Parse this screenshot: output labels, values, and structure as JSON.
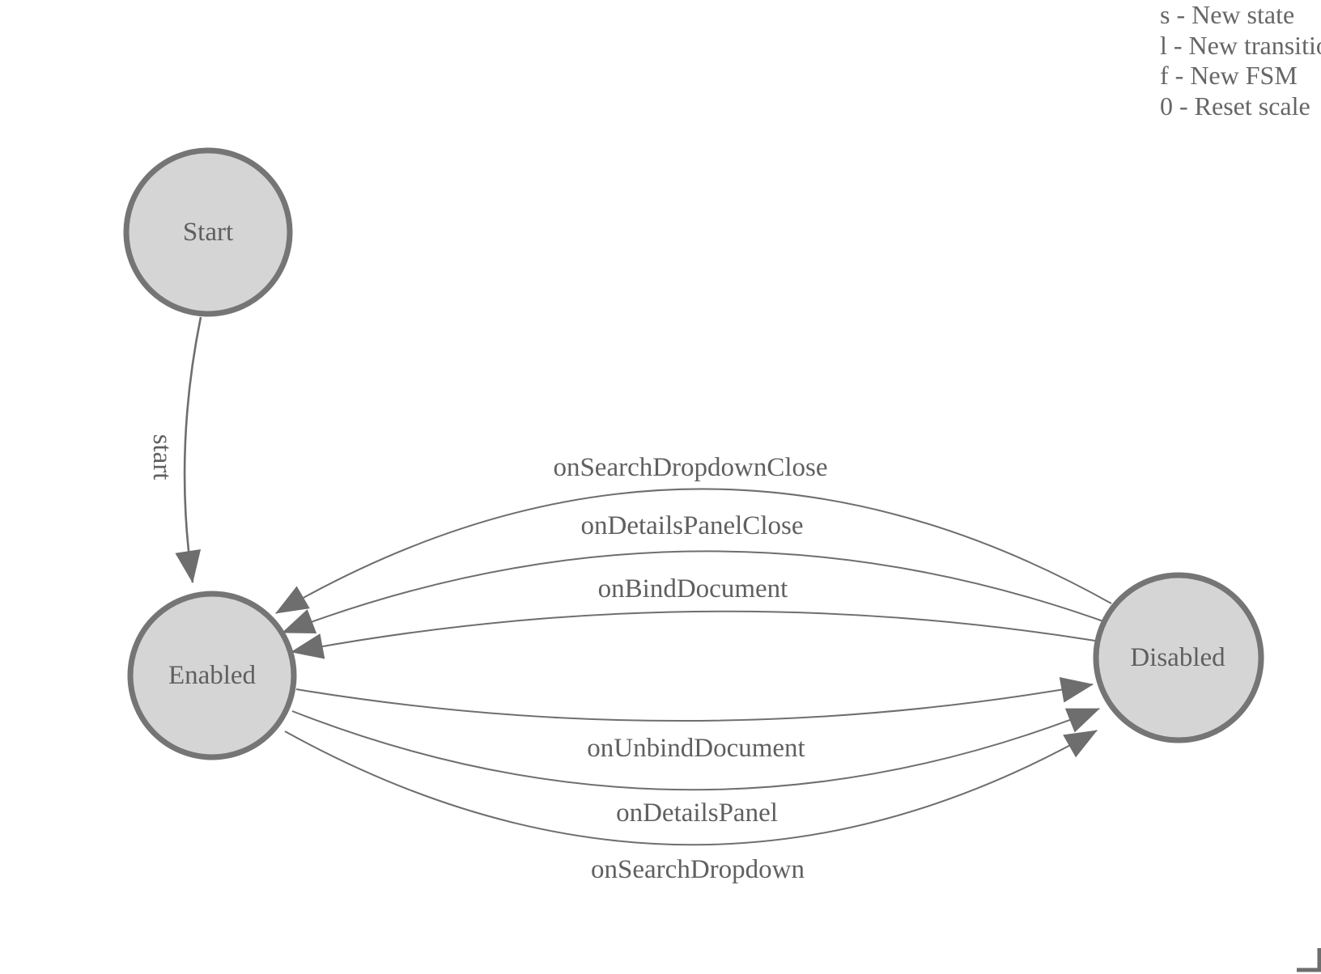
{
  "colors": {
    "background": "#ffffff",
    "state_fill": "#d5d5d5",
    "state_stroke": "#757575",
    "edge": "#6e6e6e",
    "label_text": "#5f5f5f",
    "legend_text": "#666666"
  },
  "legend": {
    "lines": [
      "s - New state",
      "l - New transition",
      "f - New FSM",
      "0 - Reset scale"
    ]
  },
  "states": {
    "start": {
      "label": "Start"
    },
    "enabled": {
      "label": "Enabled"
    },
    "disabled": {
      "label": "Disabled"
    }
  },
  "transitions": {
    "start": {
      "label": "start",
      "from": "Start",
      "to": "Enabled"
    },
    "on_search_dropdown_close": {
      "label": "onSearchDropdownClose",
      "from": "Disabled",
      "to": "Enabled"
    },
    "on_details_panel_close": {
      "label": "onDetailsPanelClose",
      "from": "Disabled",
      "to": "Enabled"
    },
    "on_bind_document": {
      "label": "onBindDocument",
      "from": "Disabled",
      "to": "Enabled"
    },
    "on_unbind_document": {
      "label": "onUnbindDocument",
      "from": "Enabled",
      "to": "Disabled"
    },
    "on_details_panel": {
      "label": "onDetailsPanel",
      "from": "Enabled",
      "to": "Disabled"
    },
    "on_search_dropdown": {
      "label": "onSearchDropdown",
      "from": "Enabled",
      "to": "Disabled"
    }
  }
}
